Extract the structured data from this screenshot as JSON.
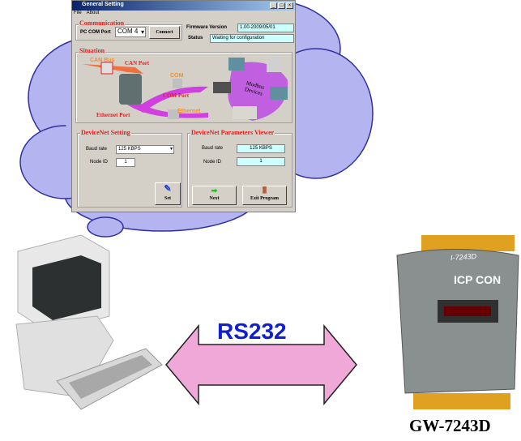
{
  "window": {
    "title": "General Setting",
    "menu": [
      "File",
      "About"
    ],
    "communication": {
      "label": "Communication",
      "com_port_label": "PC COM Port",
      "com_port_value": "COM 4",
      "connect": "Connect",
      "firmware_label": "Firmware Version",
      "firmware_value": "1.00-2009/05/01",
      "status_label": "Status",
      "status_value": "Waiting for configuration"
    },
    "situation": {
      "label": "Situation",
      "can_bus": "CAN Bus",
      "can_port": "CAN Port",
      "com": "COM",
      "com_port": "COM Port",
      "ethernet": "Ethernet",
      "ethernet_port": "Ethernet Port",
      "modbus": "Modbus Devices"
    },
    "setting": {
      "label": "DeviceNet  Setting",
      "baud_label": "Baud rate",
      "baud_value": "125 KBPS",
      "node_label": "Node ID",
      "node_value": "1",
      "set": "Set"
    },
    "viewer": {
      "label": "DeviceNet Parameters Viewer",
      "baud_label": "Baud rate",
      "baud_value": "125 KBPS",
      "node_label": "Node ID",
      "node_value": "1",
      "next": "Next",
      "exit": "Exit Program"
    }
  },
  "link_label": "RS232",
  "device": {
    "label": "GW-7243D",
    "brand": "ICP CON",
    "model": "I-7243D"
  },
  "colors": {
    "cloud": "#b4b4f0",
    "arrow": "#f0a8d8",
    "link_text": "#1020d0",
    "group_label": "#e02020"
  }
}
